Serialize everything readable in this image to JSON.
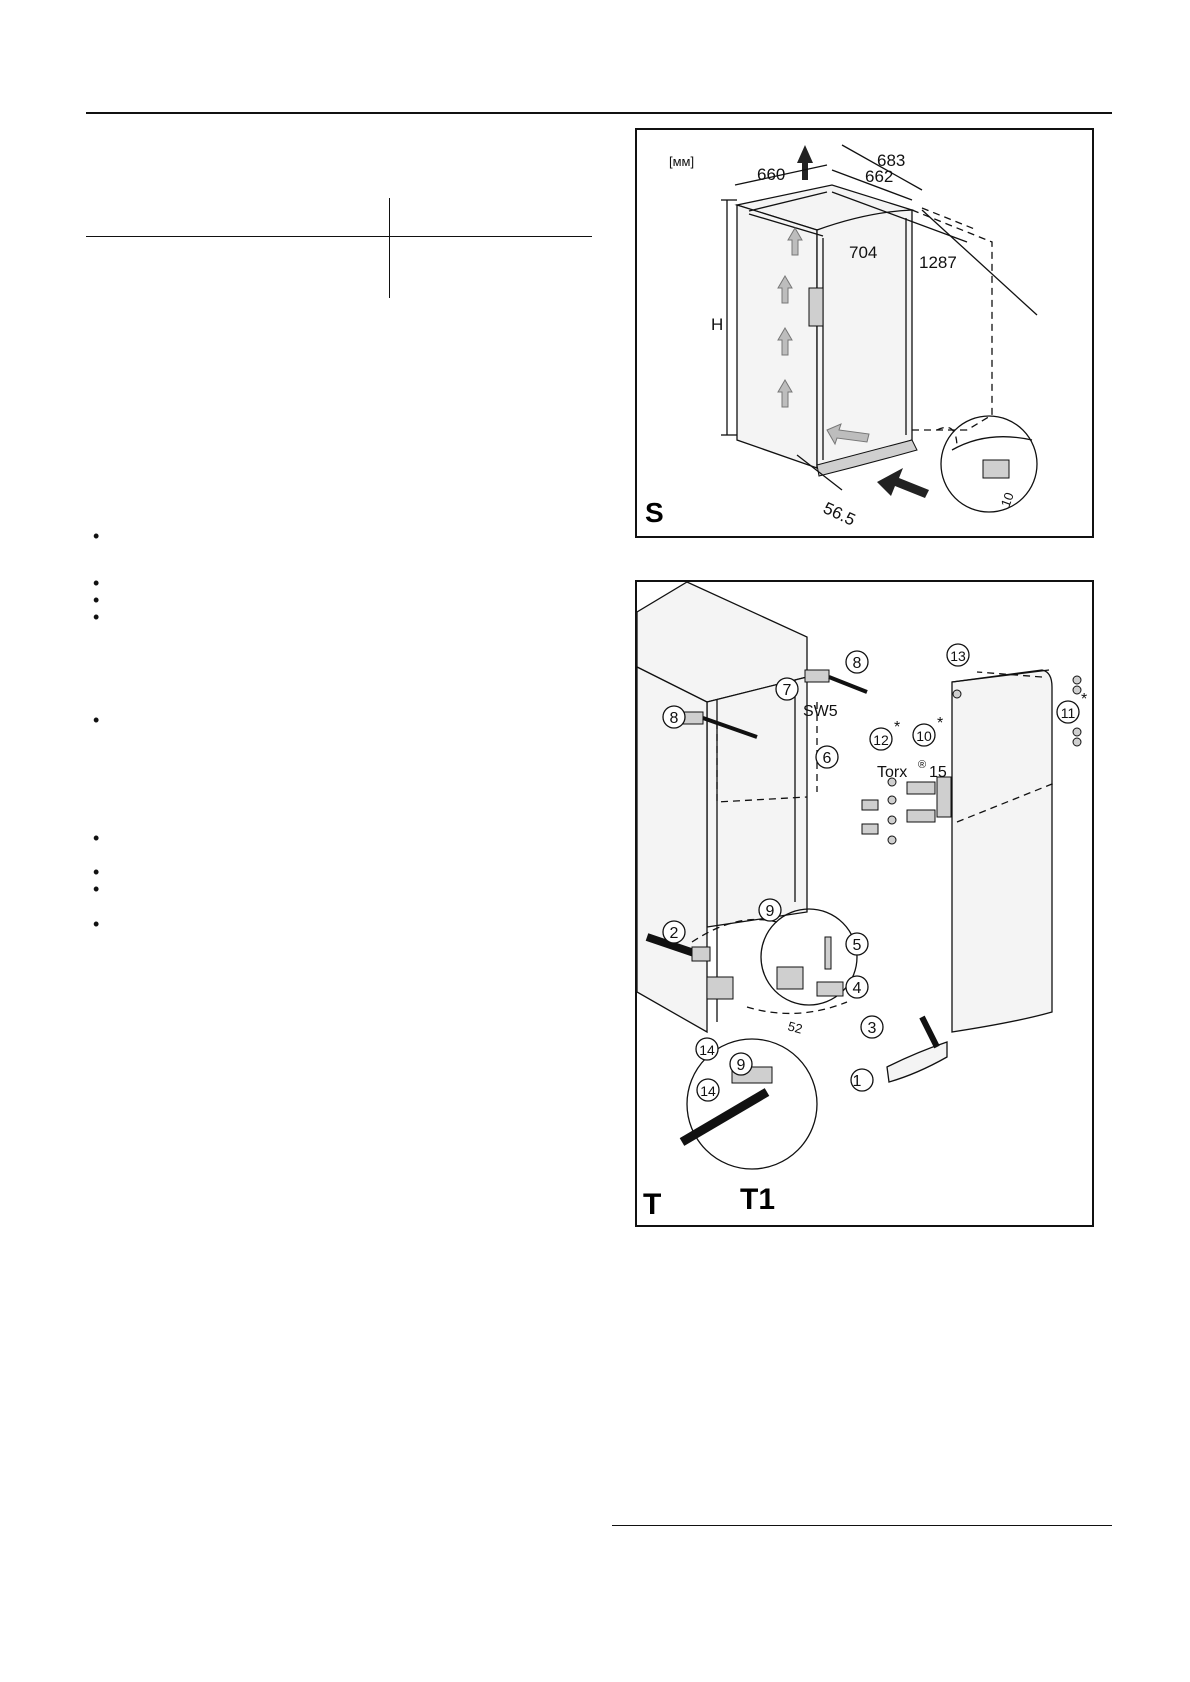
{
  "bullets": [
    "•",
    "•",
    "•",
    "•",
    "•",
    "•",
    "•",
    "•",
    "•",
    "•"
  ],
  "figure_s": {
    "label": "S",
    "unit": "[мм]",
    "dims": {
      "width_top": "660",
      "depth_outer": "683",
      "depth_inner": "662",
      "door_open": "704",
      "total_depth": "1287",
      "height": "H",
      "bottom_offset": "56.5",
      "detail": "10"
    }
  },
  "figure_t": {
    "label": "T",
    "detail_label": "T1",
    "tool_sw": "SW5",
    "tool_torx": "Torx",
    "torx_sup": "®",
    "torx_size": "15",
    "callouts": [
      "1",
      "2",
      "3",
      "4",
      "5",
      "6",
      "7",
      "8",
      "8",
      "9",
      "9",
      "10",
      "11",
      "12",
      "13",
      "14",
      "14"
    ],
    "asterisk": "*",
    "dim_52": "52"
  }
}
